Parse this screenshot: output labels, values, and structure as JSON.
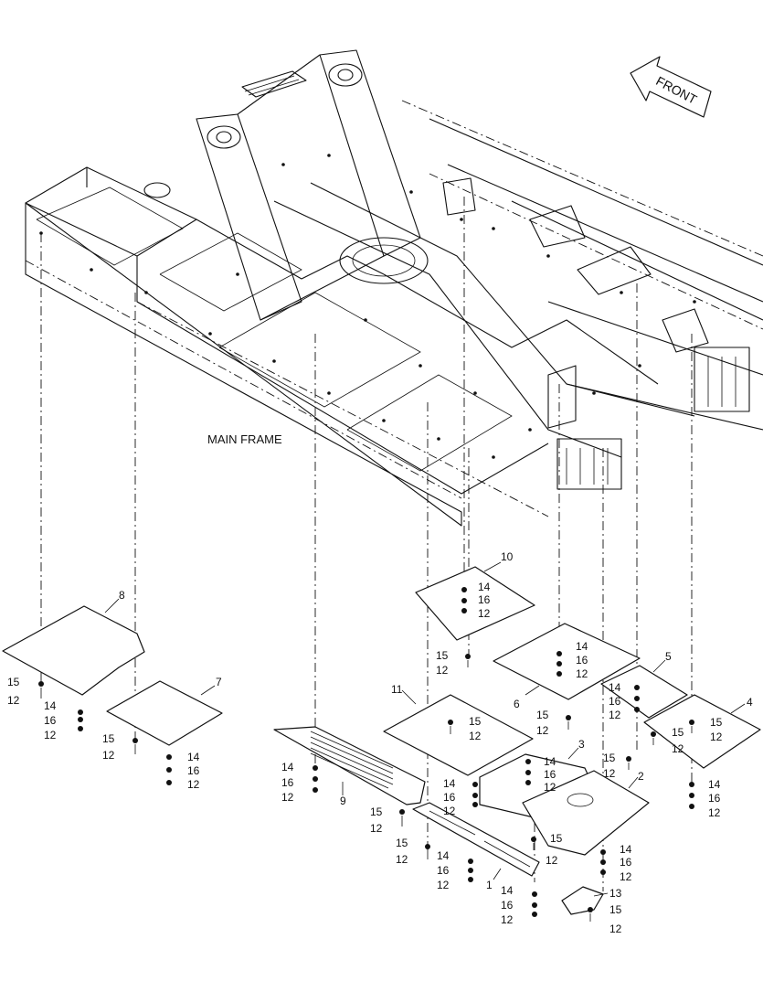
{
  "title": "MAIN FRAME",
  "direction_label": "FRONT",
  "callouts": [
    {
      "id": "c1",
      "text": "1"
    },
    {
      "id": "c2",
      "text": "2"
    },
    {
      "id": "c3",
      "text": "3"
    },
    {
      "id": "c4",
      "text": "4"
    },
    {
      "id": "c5",
      "text": "5"
    },
    {
      "id": "c6",
      "text": "6"
    },
    {
      "id": "c7",
      "text": "7"
    },
    {
      "id": "c8",
      "text": "8"
    },
    {
      "id": "c9",
      "text": "9"
    },
    {
      "id": "c10",
      "text": "10"
    },
    {
      "id": "c11",
      "text": "11"
    },
    {
      "id": "c13",
      "text": "13"
    }
  ],
  "hardware_labels": {
    "bolt": "12",
    "washer": "16",
    "spacer": "14",
    "nut": "15"
  }
}
